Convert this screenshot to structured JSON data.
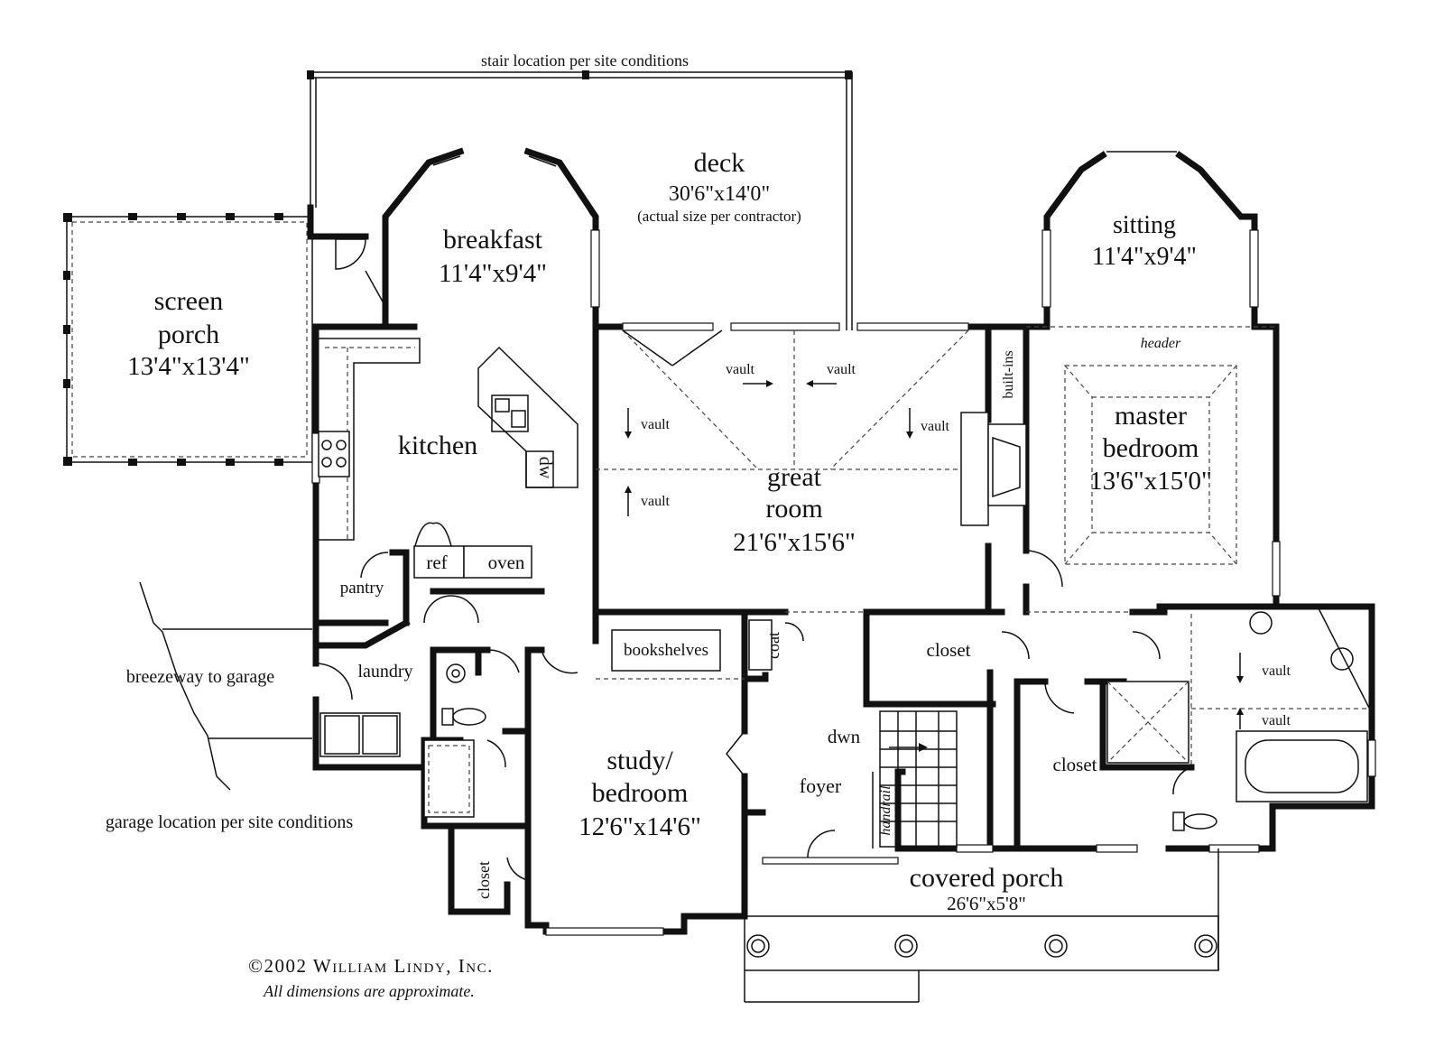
{
  "notes": {
    "stair": "stair location per site conditions",
    "breezeway": "breezeway to garage",
    "garage": "garage location per site conditions",
    "copyright": "©2002 William Lindy, Inc.",
    "approx": "All dimensions are approximate."
  },
  "rooms": {
    "deck": {
      "name": "deck",
      "size": "30'6\"x14'0\"",
      "note": "(actual size per contractor)"
    },
    "breakfast": {
      "name": "breakfast",
      "size": "11'4\"x9'4\""
    },
    "screen_porch": {
      "name_line1": "screen",
      "name_line2": "porch",
      "size": "13'4\"x13'4\""
    },
    "sitting": {
      "name": "sitting",
      "size": "11'4\"x9'4\""
    },
    "kitchen": {
      "name": "kitchen"
    },
    "great_room": {
      "name_line1": "great",
      "name_line2": "room",
      "size": "21'6\"x15'6\""
    },
    "master": {
      "name_line1": "master",
      "name_line2": "bedroom",
      "size": "13'6\"x15'0\""
    },
    "study": {
      "name_line1": "study/",
      "name_line2": "bedroom",
      "size": "12'6\"x14'6\""
    },
    "foyer": {
      "name": "foyer"
    },
    "covered_porch": {
      "name": "covered porch",
      "size": "26'6\"x5'8\""
    },
    "pantry": {
      "name": "pantry"
    },
    "laundry": {
      "name": "laundry"
    }
  },
  "labels": {
    "header": "header",
    "built_ins": "built-ins",
    "vault": "vault",
    "dw": "dw",
    "ref": "ref",
    "oven": "oven",
    "bookshelves": "bookshelves",
    "coat": "coat",
    "closet": "closet",
    "dwn": "dwn",
    "handrail": "handrail"
  }
}
